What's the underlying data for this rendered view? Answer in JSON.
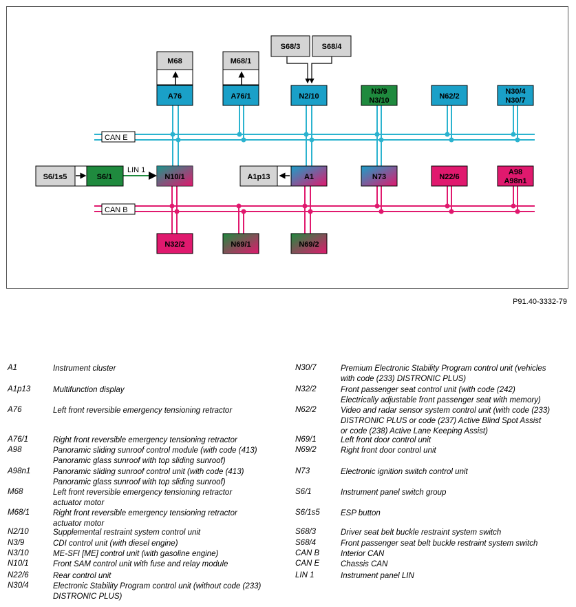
{
  "diagram": {
    "code": "P91.40-3332-79",
    "boxes": {
      "M68": "M68",
      "M68_1": "M68/1",
      "S68_3": "S68/3",
      "S68_4": "S68/4",
      "A76": "A76",
      "A76_1": "A76/1",
      "N2_10": "N2/10",
      "N3_9": "N3/9",
      "N3_10": "N3/10",
      "N62_2": "N62/2",
      "N30_4": "N30/4",
      "N30_7": "N30/7",
      "S6_1s5": "S6/1s5",
      "S6_1": "S6/1",
      "N10_1": "N10/1",
      "A1p13": "A1p13",
      "A1": "A1",
      "N73": "N73",
      "N22_6": "N22/6",
      "A98": "A98",
      "A98n1": "A98n1",
      "N32_2": "N32/2",
      "N69_1": "N69/1",
      "N69_2": "N69/2"
    },
    "buses": {
      "can_e": "CAN E",
      "can_b": "CAN B",
      "lin": "LIN 1"
    },
    "colors": {
      "blue": "#1aa0c8",
      "green": "#1f8a3e",
      "magenta": "#e0196e",
      "grey": "#d4d4d4",
      "can_e_line": "#2bb3cf",
      "can_b_line": "#e0196e",
      "lin_line": "#1f8a3e"
    }
  },
  "legend_left": [
    {
      "key": "A1",
      "lines": [
        "Instrument cluster"
      ]
    },
    {
      "key": "A1p13",
      "lines": [
        "Multifunction display"
      ]
    },
    {
      "key": "A76",
      "lines": [
        "Left front reversible emergency tensioning retractor"
      ]
    },
    {
      "key": "A76/1",
      "lines": [
        "Right front reversible emergency tensioning retractor"
      ]
    },
    {
      "key": "A98",
      "lines": [
        "Panoramic sliding sunroof control module (with code (413)",
        "Panoramic glass sunroof with top sliding sunroof)"
      ]
    },
    {
      "key": "A98n1",
      "lines": [
        "Panoramic sliding sunroof control unit (with code (413)",
        "Panoramic glass sunroof with top sliding sunroof)"
      ]
    },
    {
      "key": "M68",
      "lines": [
        "Left front reversible emergency tensioning retractor",
        "actuator motor"
      ]
    },
    {
      "key": "M68/1",
      "lines": [
        "Right front reversible emergency tensioning retractor",
        "actuator motor"
      ]
    },
    {
      "key": "N2/10",
      "lines": [
        "Supplemental restraint system control unit"
      ]
    },
    {
      "key": "N3/9",
      "lines": [
        "CDI control unit (with diesel engine)"
      ]
    },
    {
      "key": "N3/10",
      "lines": [
        "ME-SFI [ME] control unit (with gasoline engine)"
      ]
    },
    {
      "key": "N10/1",
      "lines": [
        "Front SAM control unit with fuse and relay module"
      ]
    },
    {
      "key": "N22/6",
      "lines": [
        "Rear control unit"
      ]
    },
    {
      "key": "N30/4",
      "lines": [
        "Electronic Stability Program control unit (without code (233)",
        "DISTRONIC PLUS)"
      ]
    }
  ],
  "legend_right": [
    {
      "key": "N30/7",
      "lines": [
        "Premium Electronic Stability Program control unit (vehicles",
        "with code (233) DISTRONIC PLUS)"
      ]
    },
    {
      "key": "N32/2",
      "lines": [
        "Front passenger seat control unit (with code (242)",
        "Electrically adjustable front passenger seat with memory)"
      ]
    },
    {
      "key": "N62/2",
      "lines": [
        "Video and radar sensor system control unit (with code (233)",
        "DISTRONIC PLUS or code (237) Active Blind Spot Assist",
        "or code (238) Active Lane Keeping Assist)"
      ]
    },
    {
      "key": "N69/1",
      "lines": [
        "Left front door control unit"
      ]
    },
    {
      "key": "N69/2",
      "lines": [
        "Right front door control unit"
      ]
    },
    {
      "key": "N73",
      "lines": [
        "Electronic ignition switch control unit"
      ]
    },
    {
      "key": "S6/1",
      "lines": [
        "Instrument panel switch group"
      ]
    },
    {
      "key": "S6/1s5",
      "lines": [
        "ESP button"
      ]
    },
    {
      "key": "S68/3",
      "lines": [
        "Driver seat belt buckle restraint system switch"
      ]
    },
    {
      "key": "S68/4",
      "lines": [
        "Front passenger seat belt buckle restraint system switch"
      ]
    },
    {
      "key": "CAN B",
      "lines": [
        "Interior CAN"
      ]
    },
    {
      "key": "CAN E",
      "lines": [
        "Chassis CAN"
      ]
    },
    {
      "key": "LIN 1",
      "lines": [
        "Instrument panel LIN"
      ]
    }
  ]
}
